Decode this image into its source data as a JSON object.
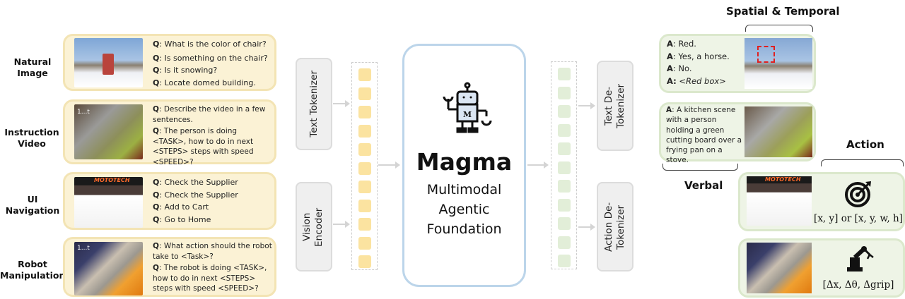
{
  "inputs": [
    {
      "label": "Natural Image",
      "questions": [
        {
          "prefix": "Q",
          "text": ": What is the color of chair?"
        },
        {
          "prefix": "Q",
          "text": ": Is something on the chair?"
        },
        {
          "prefix": "Q",
          "text": ": Is it snowing?"
        },
        {
          "prefix": "Q",
          "text": ": Locate domed building."
        }
      ]
    },
    {
      "label": "Instruction Video",
      "frame_label": "1...t",
      "questions": [
        {
          "prefix": "Q",
          "text": ": Describe the video in a few sentences."
        },
        {
          "prefix": "Q",
          "text": ": The person is doing <TASK>, how to do in next <STEPS> steps with speed <SPEED>?"
        }
      ]
    },
    {
      "label": "UI Navigation",
      "screenshot_brand": "MOTOTECH",
      "questions": [
        {
          "prefix": "Q",
          "text": ": Check the Supplier"
        },
        {
          "prefix": "Q",
          "text": ": Check the Supplier"
        },
        {
          "prefix": "Q",
          "text": ": Add to Cart"
        },
        {
          "prefix": "Q",
          "text": ": Go to Home"
        }
      ]
    },
    {
      "label": "Robot Manipulation",
      "frame_label": "1...t",
      "questions": [
        {
          "prefix": "Q",
          "text": ": What action should the robot take to <Task>?"
        },
        {
          "prefix": "Q",
          "text": ": The robot is doing <TASK>, how to do in next <STEPS> steps with speed <SPEED>?"
        }
      ]
    }
  ],
  "encoders": {
    "text": "Text Tokenizer",
    "vision": "Vision Encoder"
  },
  "model": {
    "name": "Magma",
    "subtitle_1": "Multimodal",
    "subtitle_2": "Agentic",
    "subtitle_3": "Foundation",
    "logo_letter": "M"
  },
  "decoders": {
    "text": "Text De-Tokenizer",
    "action": "Action De-Tokenizer"
  },
  "outputs": {
    "spatial_title": "Spatial & Temporal",
    "verbal_title": "Verbal",
    "action_title": "Action",
    "answers_1": [
      {
        "prefix": "A",
        "text": ": Red."
      },
      {
        "prefix": "A",
        "text": ": Yes, a horse."
      },
      {
        "prefix": "A",
        "text": ": No."
      },
      {
        "prefix": "A:",
        "text": " <Red box>"
      }
    ],
    "answer_2": {
      "prefix": "A",
      "text": ": A kitchen scene with a person holding a green cutting board over a frying pan on a stove."
    },
    "action_ui": "[x, y] or [x, y, w, h]",
    "action_robot": "[Δx, Δθ, Δgrip]"
  },
  "colors": {
    "input_fill": "#fbf2d5",
    "output_fill": "#eef4e6",
    "model_border": "#bcd5ea",
    "input_token": "#fbe3a0",
    "output_token": "#e2eed8"
  }
}
